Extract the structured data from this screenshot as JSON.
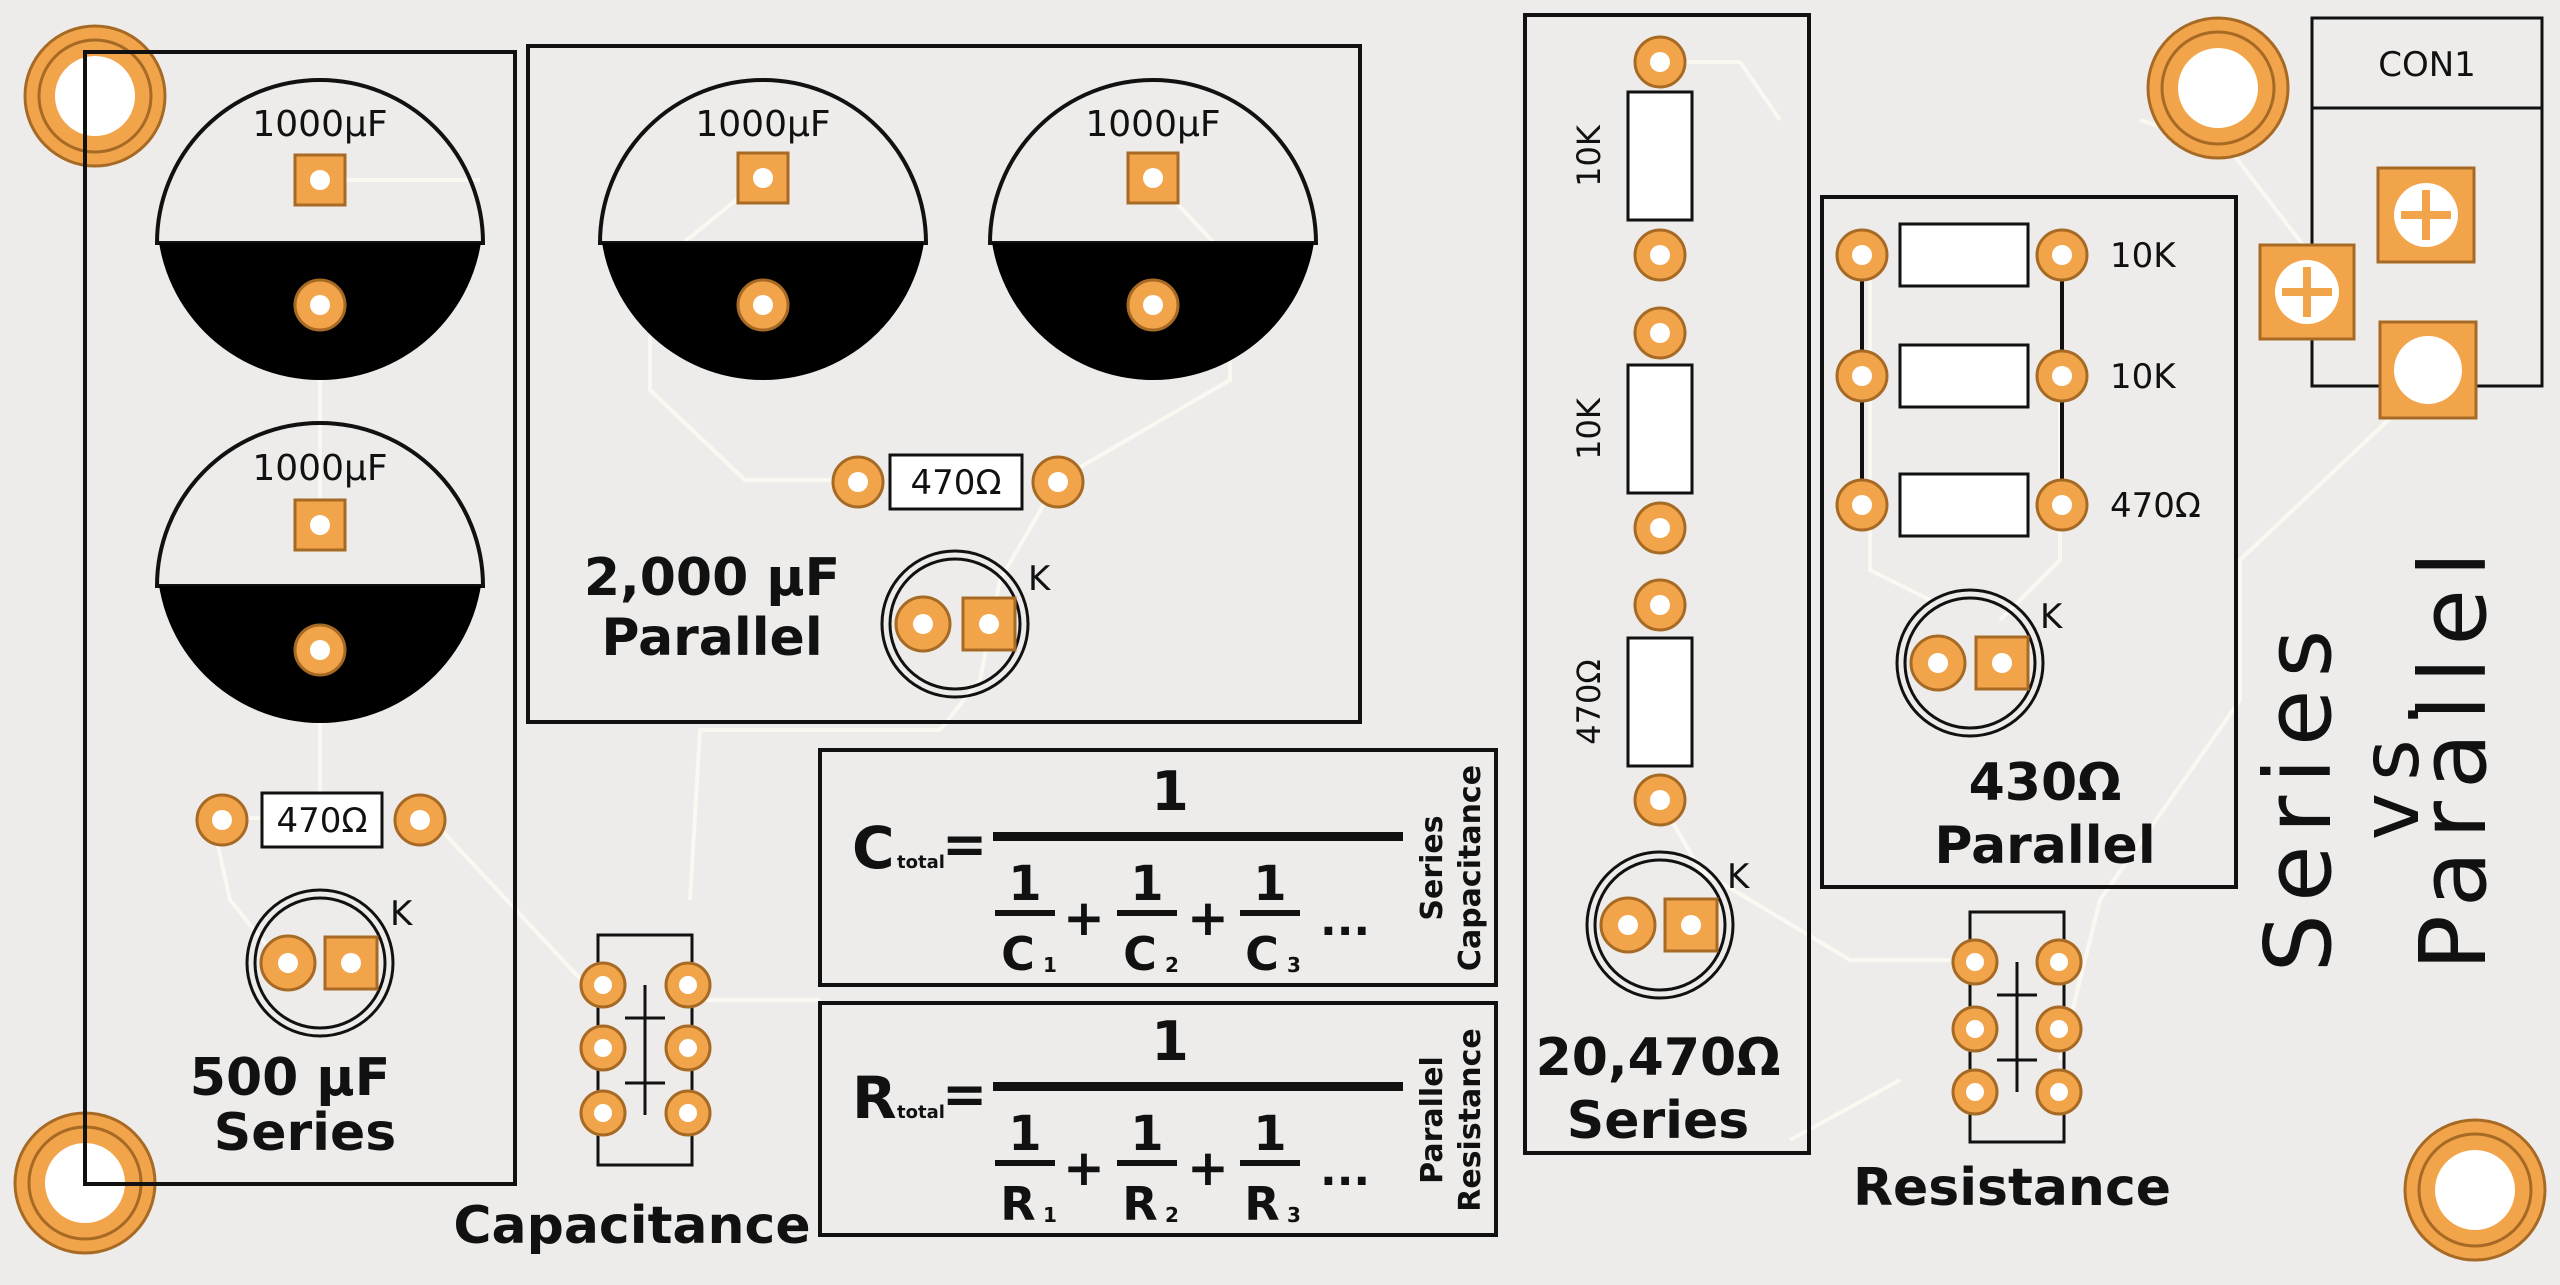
{
  "colors": {
    "background": "#edecea",
    "copper": "#f2a44a",
    "silkscreen": "#111111",
    "trace": "#fbf8f1"
  },
  "board": {
    "title_line1": "Series",
    "title_line2": "vs.",
    "title_line3": "Parallel"
  },
  "connector": {
    "ref": "CON1"
  },
  "section_labels": {
    "capacitance": "Capacitance",
    "resistance": "Resistance"
  },
  "cap_series": {
    "cap_top_value": "1000µF",
    "cap_bottom_value": "1000µF",
    "resistor_value": "470Ω",
    "led_cathode": "K",
    "title_line1": "500 µF",
    "title_line2": "Series"
  },
  "cap_parallel": {
    "cap_left_value": "1000µF",
    "cap_right_value": "1000µF",
    "resistor_value": "470Ω",
    "led_cathode": "K",
    "title_line1": "2,000 µF",
    "title_line2": "Parallel"
  },
  "res_series": {
    "r1_value": "10K",
    "r2_value": "10K",
    "r3_value": "470Ω",
    "led_cathode": "K",
    "title_line1": "20,470Ω",
    "title_line2": "Series"
  },
  "res_parallel": {
    "r1_value": "10K",
    "r2_value": "10K",
    "r3_value": "470Ω",
    "led_cathode": "K",
    "title_line1": "430Ω",
    "title_line2": "Parallel"
  },
  "formulas": {
    "capacitance": {
      "lhs": "C",
      "lhs_sub": "total",
      "equals": "=",
      "numerator": "1",
      "one": "1",
      "term1": "C",
      "sub1": "1",
      "term2": "C",
      "sub2": "2",
      "term3": "C",
      "sub3": "3",
      "plus": "+",
      "ellipsis": "...",
      "side_line1": "Series",
      "side_line2": "Capacitance"
    },
    "resistance": {
      "lhs": "R",
      "lhs_sub": "total",
      "equals": "=",
      "numerator": "1",
      "one": "1",
      "term1": "R",
      "sub1": "1",
      "term2": "R",
      "sub2": "2",
      "term3": "R",
      "sub3": "3",
      "plus": "+",
      "ellipsis": "...",
      "side_line1": "Parallel",
      "side_line2": "Resistance"
    }
  }
}
